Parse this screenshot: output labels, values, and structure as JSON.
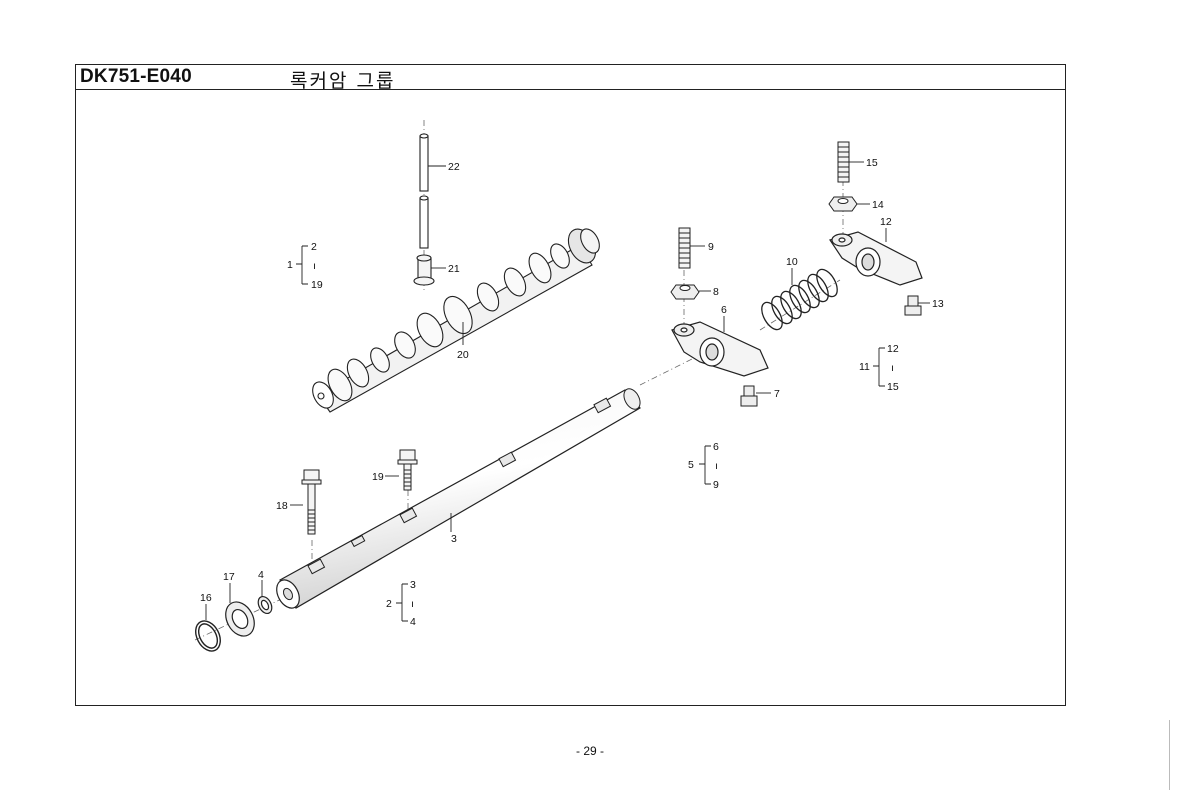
{
  "header": {
    "code": "DK751-E040",
    "title": "록커암 그룹"
  },
  "page_number": "- 29 -",
  "callouts": {
    "c22": "22",
    "c21": "21",
    "c20": "20",
    "c3": "3",
    "c4": "4",
    "c16": "16",
    "c17": "17",
    "c18": "18",
    "c19": "19",
    "c9": "9",
    "c8": "8",
    "c6": "6",
    "c7": "7",
    "c10": "10",
    "c15": "15",
    "c14": "14",
    "c12": "12",
    "c13": "13"
  },
  "groups": {
    "g1": {
      "id": "1",
      "from": "2",
      "sep": "ı",
      "to": "19"
    },
    "g2": {
      "id": "2",
      "from": "3",
      "sep": "ı",
      "to": "4"
    },
    "g5": {
      "id": "5",
      "from": "6",
      "sep": "ı",
      "to": "9"
    },
    "g11": {
      "id": "11",
      "from": "12",
      "sep": "ı",
      "to": "15"
    }
  }
}
